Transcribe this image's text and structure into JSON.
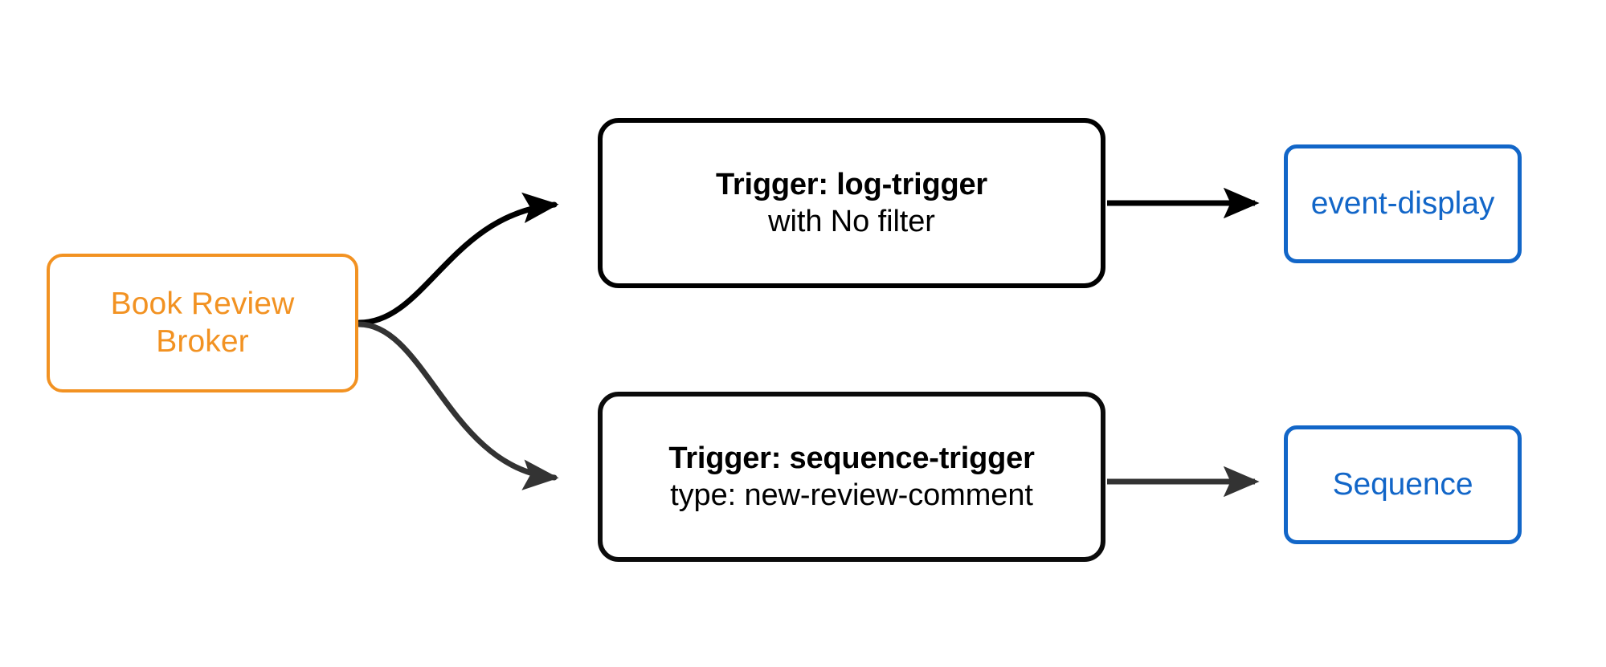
{
  "diagram": {
    "type": "flowchart",
    "direction": "left-to-right",
    "background": "#ffffff",
    "colors": {
      "broker": "#f29222",
      "trigger": "#000000",
      "endpoint": "#1266c8",
      "edge_primary": "#000000",
      "edge_secondary": "#333333"
    }
  },
  "nodes": {
    "broker": {
      "id": "book-review-broker",
      "line1": "Book Review",
      "line2": "Broker",
      "color": "#f29222"
    },
    "trigger_log": {
      "id": "log-trigger",
      "title": "Trigger: log-trigger",
      "subtitle": "with No filter",
      "color": "#000000"
    },
    "trigger_sequence": {
      "id": "sequence-trigger",
      "title": "Trigger: sequence-trigger",
      "subtitle": "type: new-review-comment",
      "color": "#000000"
    },
    "endpoint_event_display": {
      "id": "event-display",
      "label": "event-display",
      "color": "#1266c8"
    },
    "endpoint_sequence": {
      "id": "sequence",
      "label": "Sequence",
      "color": "#1266c8"
    }
  },
  "edges": [
    {
      "from": "book-review-broker",
      "to": "log-trigger",
      "style": "curved",
      "arrow": "filled",
      "color": "#000000"
    },
    {
      "from": "book-review-broker",
      "to": "sequence-trigger",
      "style": "curved",
      "arrow": "filled",
      "color": "#333333"
    },
    {
      "from": "log-trigger",
      "to": "event-display",
      "style": "straight",
      "arrow": "filled",
      "color": "#000000"
    },
    {
      "from": "sequence-trigger",
      "to": "sequence",
      "style": "straight",
      "arrow": "filled",
      "color": "#333333"
    }
  ]
}
